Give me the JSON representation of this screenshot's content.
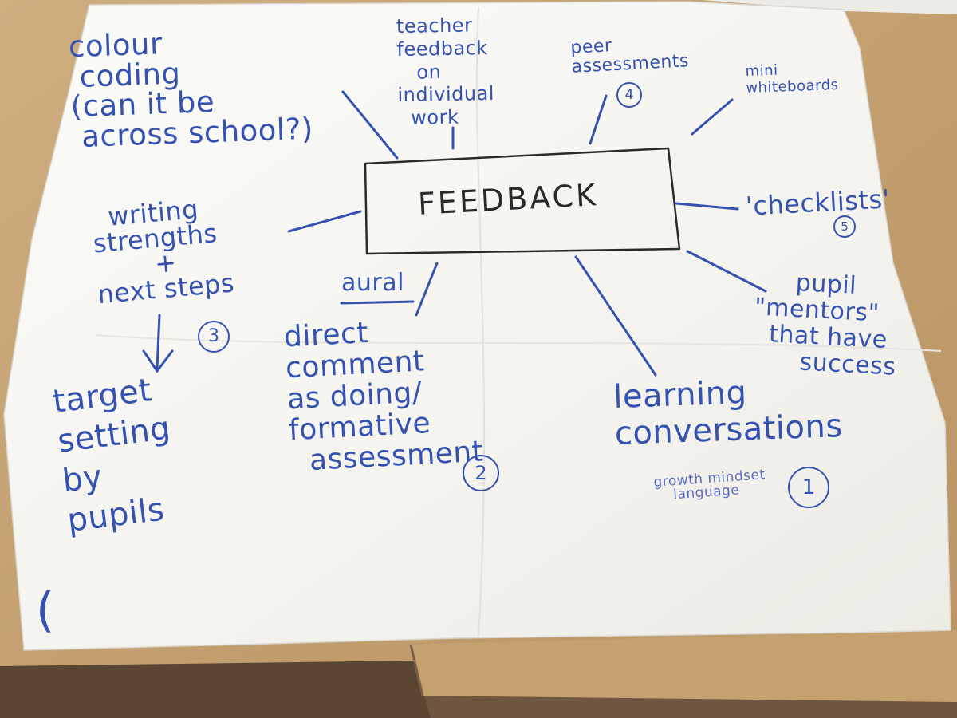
{
  "mind_map": {
    "center": "FEEDBACK",
    "branches": {
      "colour_coding": "colour\n coding\n(can it be\n across school?)",
      "teacher_feedback": "teacher\nfeedback\n   on\nindividual\n  work",
      "peer_assessments": "peer\nassessments",
      "mini_whiteboards": "mini\nwhiteboards",
      "checklists": "'checklists'",
      "pupil_mentors": "     pupil\n\"mentors\"\n  that have\n      success",
      "learning_conversations": "learning\nconversations",
      "growth_mindset": "growth mindset\n    language",
      "aural_heading": "aural",
      "direct_comment": "direct\ncomment\nas doing/\nformative\n  assessment",
      "writing_strengths": "  writing\nstrengths\n       +\nnext steps",
      "target_setting": "target\nsetting\nby\npupils",
      "open_paren": "("
    },
    "priority_numbers": {
      "peer_assessments": "4",
      "checklists": "5",
      "writing_strengths": "3",
      "direct_comment": "2",
      "learning_conversations": "1"
    }
  },
  "colors": {
    "marker_blue": "#3552b0",
    "marker_black": "#2a2a2a",
    "paper": "#f7f6f2",
    "table_wood": "#c9a77a",
    "floor": "#6e5640"
  }
}
